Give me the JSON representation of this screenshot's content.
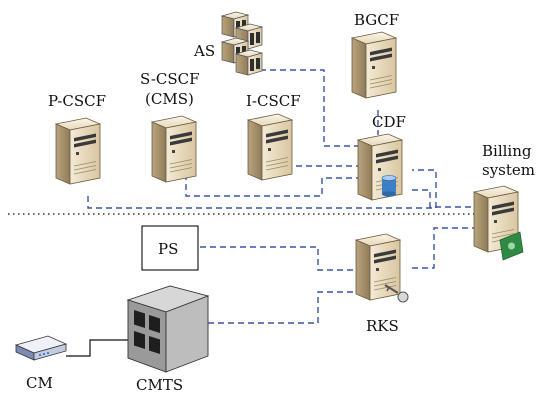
{
  "labels": {
    "as": "AS",
    "bgcf": "BGCF",
    "p_cscf": "P-CSCF",
    "s_cscf": "S-CSCF",
    "cms": "(CMS)",
    "i_cscf": "I-CSCF",
    "cdf": "CDF",
    "billing_line1": "Billing",
    "billing_line2": "system",
    "ps": "PS",
    "rks": "RKS",
    "cm": "CM",
    "cmts": "CMTS"
  }
}
